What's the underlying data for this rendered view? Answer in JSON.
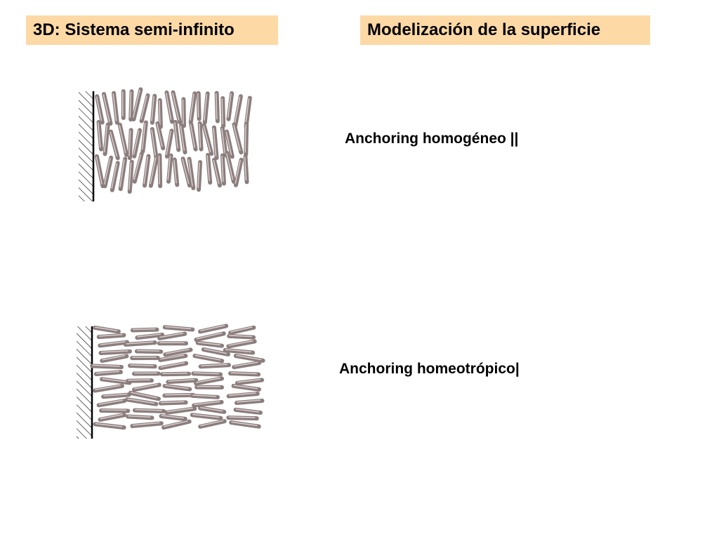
{
  "titles": {
    "left": "3D: Sistema semi-infinito",
    "right": "Modelización de la superficie"
  },
  "labels": {
    "homogeneo": "Anchoring homogéneo ||",
    "homeotropico_text": "Anchoring homeotrópico",
    "homeotropico_symbol": "|  "
  },
  "colors": {
    "title_background": "#fdd9a6",
    "molecule_fill": "#8c7d7d",
    "molecule_highlight": "#d8cfcf",
    "wall_stroke": "#000000"
  }
}
